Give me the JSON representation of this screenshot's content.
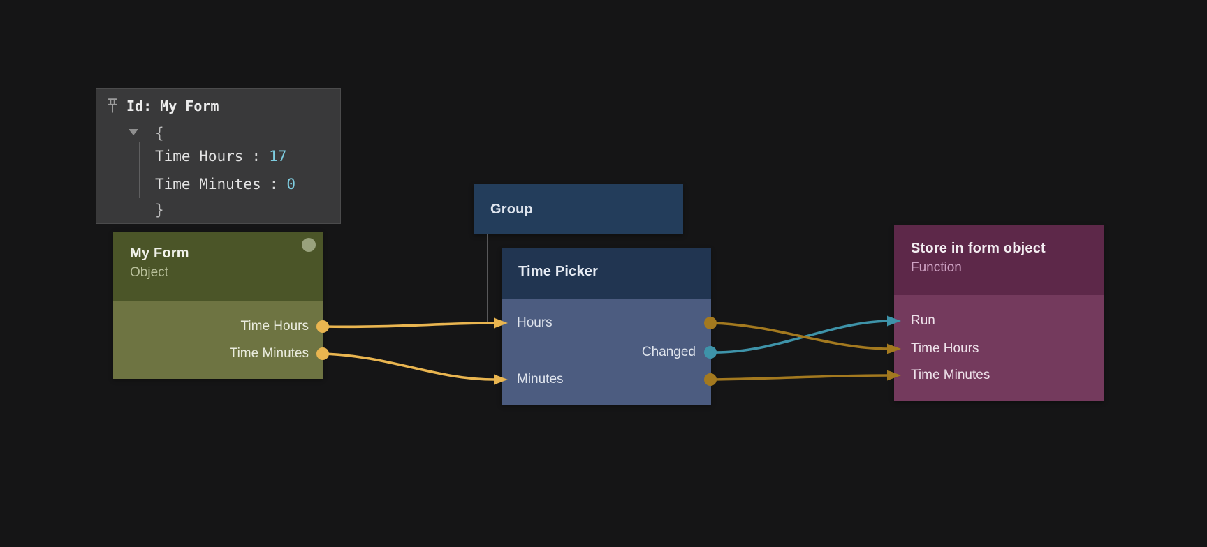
{
  "canvas": {
    "background": "#151516"
  },
  "colors": {
    "wire_amber": "#e9b550",
    "wire_ochre": "#a3791f",
    "wire_teal": "#3e93a9",
    "tree_line": "#58585a",
    "value_cyan": "#7ecde0",
    "myform_header": "#4b5528",
    "myform_body": "#6e7442",
    "group_fill": "#233d5b",
    "timepicker_header": "#213551",
    "timepicker_body": "#4c5c80",
    "store_header": "#5d2849",
    "store_body": "#743a5d",
    "inspector_bg": "#39393a"
  },
  "inspector": {
    "pin_icon": "pushpin-icon",
    "title": "Id: My Form",
    "brace_open": "{",
    "brace_close": "}",
    "separator": ":",
    "entries": [
      {
        "label": "Time Hours",
        "value": "17"
      },
      {
        "label": "Time Minutes",
        "value": "0"
      }
    ]
  },
  "nodes": {
    "my_form": {
      "title": "My Form",
      "subtitle": "Object",
      "outputs": [
        {
          "label": "Time Hours"
        },
        {
          "label": "Time Minutes"
        }
      ]
    },
    "group": {
      "title": "Group"
    },
    "time_picker": {
      "title": "Time Picker",
      "inputs": [
        {
          "label": "Hours"
        },
        {
          "label": "Minutes"
        }
      ],
      "outputs": [
        {
          "label": "Changed"
        }
      ]
    },
    "store": {
      "title": "Store in form object",
      "subtitle": "Function",
      "inputs": [
        {
          "label": "Run"
        },
        {
          "label": "Time Hours"
        },
        {
          "label": "Time Minutes"
        }
      ]
    }
  },
  "connections": [
    {
      "from": "My Form.Time Hours",
      "to": "Time Picker.Hours",
      "color": "#e9b550"
    },
    {
      "from": "My Form.Time Minutes",
      "to": "Time Picker.Minutes",
      "color": "#e9b550"
    },
    {
      "from": "Time Picker.Hours",
      "to": "Store in form object.Time Hours",
      "color": "#a3791f"
    },
    {
      "from": "Time Picker.Changed",
      "to": "Store in form object.Run",
      "color": "#3e93a9"
    },
    {
      "from": "Time Picker.Minutes",
      "to": "Store in form object.Time Minutes",
      "color": "#a3791f"
    }
  ]
}
